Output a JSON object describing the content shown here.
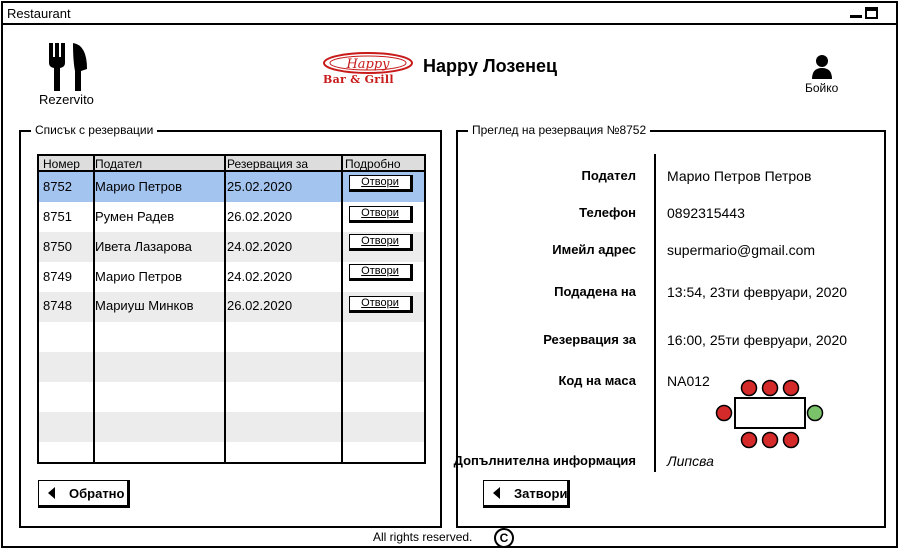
{
  "window": {
    "title": "Restaurant"
  },
  "brand": {
    "name": "Rezervito",
    "icon": "fork-knife-icon"
  },
  "header": {
    "logo_top": "Happy",
    "logo_bottom": "Bar & Grill",
    "title": "Happy Лозенец",
    "user_name": "Бойко",
    "user_icon": "user-icon"
  },
  "list": {
    "legend": "Списък с резервации",
    "columns": [
      "Номер",
      "Подател",
      "Резервация за",
      "Подробно"
    ],
    "rows": [
      {
        "number": "8752",
        "sender": "Марио Петров",
        "date": "25.02.2020",
        "action": "Отвори"
      },
      {
        "number": "8751",
        "sender": "Румен Радев",
        "date": "26.02.2020",
        "action": "Отвори"
      },
      {
        "number": "8750",
        "sender": "Ивета Лазарова",
        "date": "24.02.2020",
        "action": "Отвори"
      },
      {
        "number": "8749",
        "sender": "Марио Петров",
        "date": "24.02.2020",
        "action": "Отвори"
      },
      {
        "number": "8748",
        "sender": "Мариуш Минков",
        "date": "26.02.2020",
        "action": "Отвори"
      }
    ],
    "back_label": "Обратно"
  },
  "detail": {
    "legend": "Преглед на резервация №8752",
    "fields": [
      {
        "label": "Подател",
        "value": "Марио Петров Петров"
      },
      {
        "label": "Телефон",
        "value": "0892315443"
      },
      {
        "label": "Имейл адрес",
        "value": "supermario@gmail.com"
      },
      {
        "label": "Подадена на",
        "value": "13:54, 23ти февруари, 2020"
      },
      {
        "label": "Резервация за",
        "value": "16:00, 25ти февруари, 2020"
      },
      {
        "label": "Код на маса",
        "value": "NA012"
      },
      {
        "label": "Допълнителна информация",
        "value": "Липсва"
      }
    ],
    "close_label": "Затвори",
    "seat_colors": {
      "taken": "#d42a2a",
      "free": "#7ac36a"
    }
  },
  "footer": {
    "text": "All rights reserved.",
    "symbol": "C"
  }
}
